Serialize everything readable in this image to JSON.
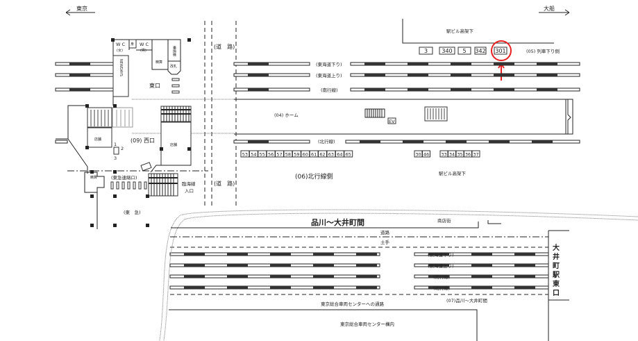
{
  "directions": {
    "left": "東京",
    "right": "大船"
  },
  "labels": {
    "ekibiru_top": "駅ビル高架下",
    "ekibiru_bottom": "駅ビル高架下",
    "car_side_down": "(05) 列車下り側",
    "road_top": "(道　路)",
    "road_bottom": "(道　路)",
    "platform": "(04) ホーム",
    "ev": "EV",
    "north_side": "(06)北行線側",
    "east_exit": "東口",
    "west_exit": "(09) 西口",
    "tokyu_gate": "(東急連絡口)",
    "tokyu": "(東　急)",
    "rinkai_1": "臨海線",
    "rinkai_2": "入口",
    "wc_f": "W C",
    "wc_f_sub": "(女)",
    "wc_m": "W C",
    "wc_m_sub": "(男)",
    "accessible": "身",
    "newdays": "NEWDAYS",
    "fare_adjust": "精算",
    "fare_adjust_2": "精算",
    "transfer_machine": "乗換機",
    "ticket_gate": "改札",
    "store_1": "店舗",
    "store_2": "店舗",
    "exit_nums": [
      "1",
      "2",
      "3"
    ],
    "section": "品川～大井町間",
    "shopping": "商店街",
    "road": "道路",
    "embankment": "土手",
    "section_code": "(07)品川～大井町間",
    "path_to_center": "東京総合車両センターへの通路",
    "center_inside": "東京総合車両センター構内",
    "oimachi_exit": [
      "大",
      "井",
      "町",
      "駅",
      "東",
      "口"
    ]
  },
  "tracks_upper": [
    "(東海道下り)",
    "(東海道上り)",
    "(南行線)",
    "(北行線)"
  ],
  "tracks_lower": [
    "(東海道下り)",
    "(東海道上り)",
    "(南行線)",
    "(北行線)"
  ],
  "car_numbers_top": [
    "3",
    "340",
    "5",
    "342",
    "301"
  ],
  "highlighted_car": "301",
  "car_numbers_left": [
    "53",
    "54",
    "55",
    "56",
    "57",
    "58",
    "59",
    "60",
    "61",
    "62",
    "63",
    "64",
    "65"
  ],
  "car_numbers_mid": [
    "30",
    "46"
  ],
  "car_numbers_right": [
    "33",
    "34",
    "35",
    "36",
    "37"
  ],
  "colors": {
    "highlight": "#e82020",
    "line": "#222222"
  }
}
